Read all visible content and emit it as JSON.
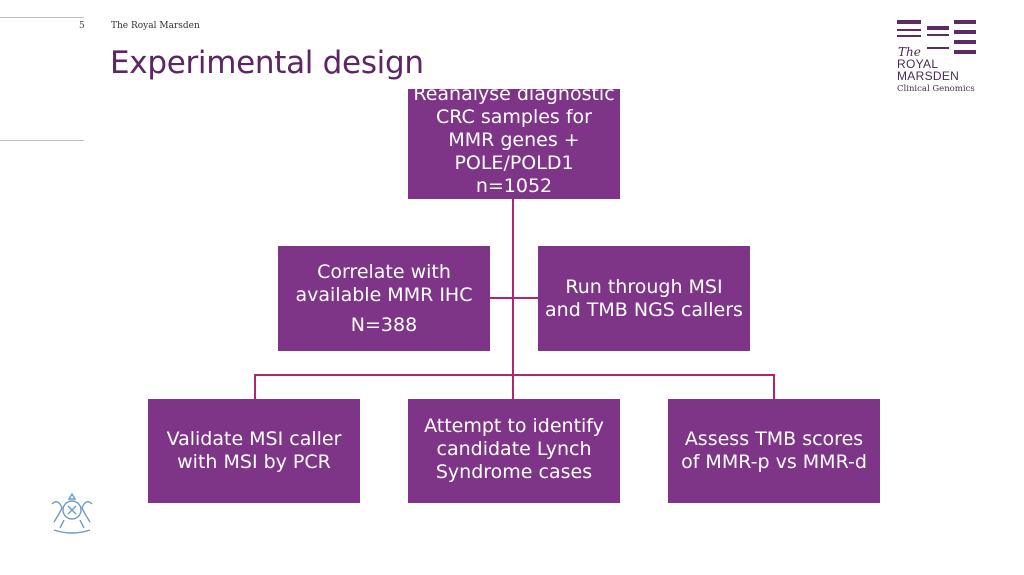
{
  "header": {
    "slide_number": "5",
    "organisation": "The Royal Marsden",
    "title": "Experimental design"
  },
  "logo": {
    "line1": "The",
    "line2": "ROYAL",
    "line3": "MARSDEN",
    "line4": "Clinical Genomics"
  },
  "colors": {
    "box_fill": "#7e3588",
    "connector": "#b0266e",
    "title": "#5d2566"
  },
  "diagram": {
    "top": {
      "lines": [
        "Reanalyse diagnostic",
        "CRC samples for",
        "MMR genes +",
        "POLE/POLD1",
        "n=1052"
      ]
    },
    "left": {
      "lines": [
        "Correlate with",
        "available MMR IHC"
      ],
      "count": "N=388"
    },
    "right": {
      "lines": [
        "Run through MSI",
        "and TMB NGS callers"
      ]
    },
    "bottom_left": {
      "lines": [
        "Validate MSI caller",
        "with MSI by PCR"
      ]
    },
    "bottom_mid": {
      "lines": [
        "Attempt to identify",
        "candidate Lynch",
        "Syndrome cases"
      ]
    },
    "bottom_right": {
      "lines": [
        "Assess TMB scores",
        "of MMR-p vs MMR-d"
      ]
    }
  }
}
